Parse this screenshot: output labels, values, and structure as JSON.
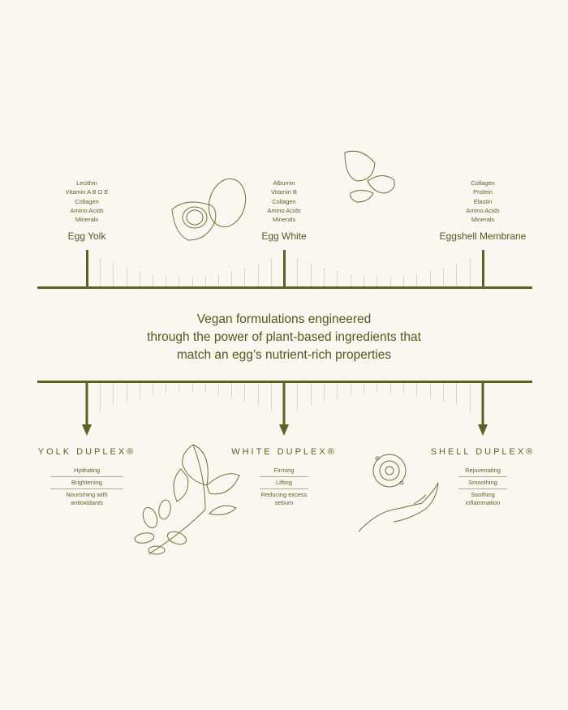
{
  "sources": [
    {
      "name": "Egg Yolk",
      "nutrients": [
        "Lecithin",
        "Vitamin A B D E",
        "Collagen",
        "Amino Acids",
        "Minerals"
      ]
    },
    {
      "name": "Egg White",
      "nutrients": [
        "Albumin",
        "Vitamin B",
        "Collagen",
        "Amino Acids",
        "Minerals"
      ]
    },
    {
      "name": "Eggshell Membrane",
      "nutrients": [
        "Collagen",
        "Protein",
        "Elastin",
        "Amino Acids",
        "Minerals"
      ]
    }
  ],
  "headline": [
    "Vegan formulations engineered",
    "through the power of plant-based ingredients that",
    "match an egg’s nutrient-rich properties"
  ],
  "duplexes": [
    {
      "name": "YOLK DUPLEX®",
      "benefits": [
        "Hydrating",
        "Brightening",
        "Nourishing with antioxidants"
      ]
    },
    {
      "name": "WHITE DUPLEX®",
      "benefits": [
        "Firming",
        "Lifting",
        "Reducing excess sebum"
      ]
    },
    {
      "name": "SHELL DUPLEX®",
      "benefits": [
        "Rejuvenating",
        "Smoothing",
        "Soothing inflammation"
      ]
    }
  ],
  "colors": {
    "accent": "#5a6421",
    "background": "#f9f7f0"
  }
}
